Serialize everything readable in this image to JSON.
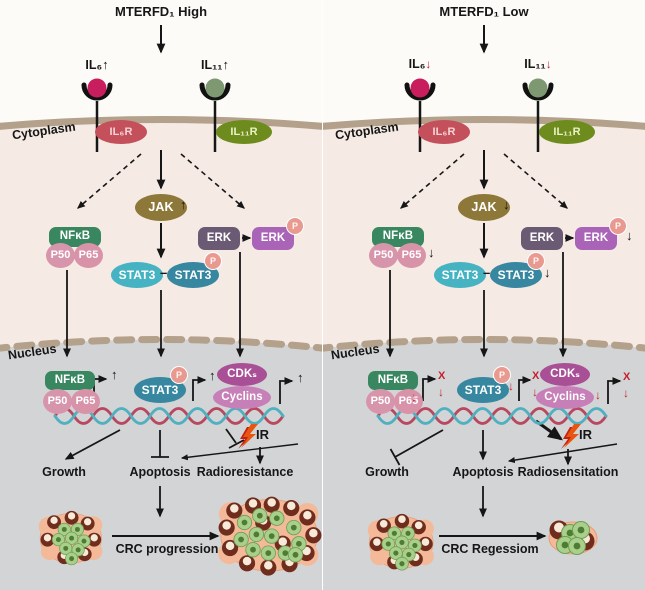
{
  "colors": {
    "membrane": "#b4a18b",
    "cytoplasm": "#f5eae4",
    "extracellular": "#fdfbf7",
    "nucleus": "#d3d4d6",
    "jak": "#8d7839",
    "nfkb": "#388760",
    "p50_p65": "#d795ab",
    "erk": "#6b5a74",
    "erk_phospho": "#a964b8",
    "p_badge": "#e89a90",
    "stat3": "#45b3c2",
    "stat3_phospho": "#3787a0",
    "cdks": "#a84f96",
    "cyclins": "#c77fb8",
    "il6_ligand": "#c81e5e",
    "il6r": "#c4505c",
    "il11_ligand": "#7e9972",
    "il11r": "#6e8c1e",
    "dna_strand_red": "#b8485f",
    "dna_strand_teal": "#4fb0c0",
    "red_mark": "#c41f2f",
    "ir_bolt": "#e85510",
    "tumor_stroma": "#f4b998",
    "tumor_dark_cell": "#702c1c",
    "tumor_green_cell": "#a8d08c"
  },
  "panels": {
    "left": {
      "title": "MTERFD₁ High",
      "il6_label": "IL₆",
      "il6_arrow": "↑",
      "il11_label": "IL₁₁",
      "il11_arrow": "↑",
      "cytoplasm_label": "Cytoplasm",
      "il6r_label": "IL₆R",
      "il11r_label": "IL₁₁R",
      "jak_label": "JAK",
      "jak_arrow": "↑",
      "nfkb_label": "NFκB",
      "p50_label": "P50",
      "p65_label": "P65",
      "erk_label": "ERK",
      "erk_p_label": "ERK",
      "erk_p_badge": "P",
      "stat3_label": "STAT3",
      "stat3_link": "–",
      "stat3_p_label": "STAT3",
      "stat3_p_badge": "P",
      "nucleus_label": "Nucleus",
      "nuc_nfkb_label": "NFκB",
      "nuc_p50_label": "P50",
      "nuc_p65_label": "P65",
      "nuc_nfkb_mark": "↑",
      "nuc_stat3_label": "STAT3",
      "nuc_stat3_badge": "P",
      "nuc_stat3_mark": "↑",
      "cdks_label": "CDKₛ",
      "cyclins_label": "Cyclins",
      "cdks_mark": "↑",
      "ir_label": "IR",
      "growth_label": "Growth",
      "apoptosis_label": "Apoptosis",
      "radiation_label": "Radioresistance",
      "crc_label": "CRC progression"
    },
    "right": {
      "title": "MTERFD₁ Low",
      "il6_label": "IL₆",
      "il6_arrow": "↓",
      "il11_label": "IL₁₁",
      "il11_arrow": "↓",
      "cytoplasm_label": "Cytoplasm",
      "il6r_label": "IL₆R",
      "il11r_label": "IL₁₁R",
      "jak_label": "JAK",
      "jak_arrow": "↓",
      "nfkb_label": "NFκB",
      "p50_label": "P50",
      "p65_label": "P65",
      "p65_arrow": "↓",
      "erk_label": "ERK",
      "erk_p_label": "ERK",
      "erk_p_badge": "P",
      "erk_p_arrow": "↓",
      "stat3_label": "STAT3",
      "stat3_link": "–",
      "stat3_p_label": "STAT3",
      "stat3_p_badge": "P",
      "stat3_p_arrow": "↓",
      "nucleus_label": "Nucleus",
      "nuc_nfkb_label": "NFκB",
      "nuc_p50_label": "P50",
      "nuc_p65_label": "P65",
      "nuc_nfkb_down": "↓",
      "nuc_nfkb_x": "X",
      "nuc_nfkb_x_down": "↓",
      "nuc_stat3_label": "STAT3",
      "nuc_stat3_badge": "P",
      "nuc_stat3_down": "↓",
      "nuc_stat3_x": "X",
      "nuc_stat3_x_down": "↓",
      "cdks_label": "CDKₛ",
      "cyclins_label": "Cyclins",
      "cyclins_down": "↓",
      "cdks_x": "X",
      "cdks_x_down": "↓",
      "ir_label": "IR",
      "growth_label": "Growth",
      "apoptosis_label": "Apoptosis",
      "radiation_label": "Radiosensitation",
      "crc_label": "CRC Regessiom"
    }
  }
}
